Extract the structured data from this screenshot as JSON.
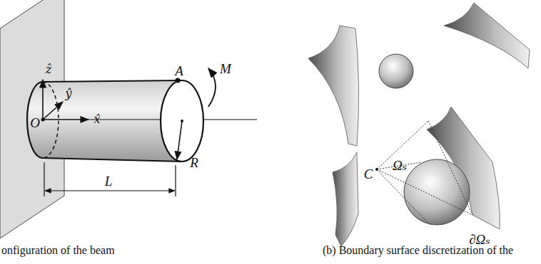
{
  "diagram": {
    "labels": [
      "A",
      "M",
      "R",
      "L",
      "O",
      "ẑ",
      "ŷ",
      "x̂",
      "C",
      "Ωₛ",
      "∂Ωₛ",
      "onfiguration of the beam",
      "(b) Boundary surface discretization of the"
    ]
  }
}
